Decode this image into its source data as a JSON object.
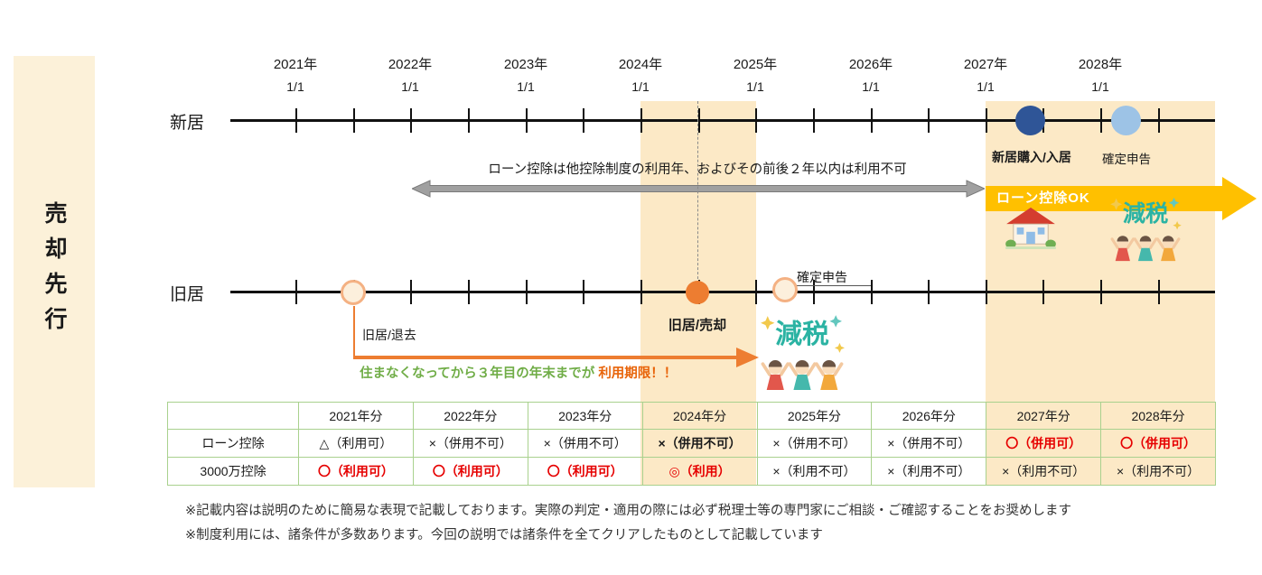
{
  "sidebar": {
    "title": "売却先行"
  },
  "timeline": {
    "new_label": "新居",
    "old_label": "旧居",
    "years": [
      {
        "year": "2021年",
        "date": "1/1"
      },
      {
        "year": "2022年",
        "date": "1/1"
      },
      {
        "year": "2023年",
        "date": "1/1"
      },
      {
        "year": "2024年",
        "date": "1/1"
      },
      {
        "year": "2025年",
        "date": "1/1"
      },
      {
        "year": "2026年",
        "date": "1/1"
      },
      {
        "year": "2027年",
        "date": "1/1"
      },
      {
        "year": "2028年",
        "date": "1/1"
      }
    ]
  },
  "annotations": {
    "restriction": "ローン控除は他控除制度の利用年、およびその前後２年以内は利用不可",
    "loan_ok": "ローン控除OK",
    "new_purchase": "新居購入/入居",
    "new_filing": "確定申告",
    "old_leave": "旧居/退去",
    "old_sale": "旧居/売却",
    "old_filing": "確定申告",
    "deadline_main": "住まなくなってから３年目の年末までが ",
    "deadline_em": "利用期限！！",
    "genzei": "減税"
  },
  "table": {
    "corner": "",
    "headers": [
      "2021年分",
      "2022年分",
      "2023年分",
      "2024年分",
      "2025年分",
      "2026年分",
      "2027年分",
      "2028年分"
    ],
    "rows": [
      {
        "label": "ローン控除",
        "cells": [
          {
            "text": "△（利用可）",
            "red": false
          },
          {
            "text": "×（併用不可）",
            "red": false
          },
          {
            "text": "×（併用不可）",
            "red": false
          },
          {
            "text": "×（併用不可）",
            "red": false,
            "bold": true
          },
          {
            "text": "×（併用不可）",
            "red": false
          },
          {
            "text": "×（併用不可）",
            "red": false
          },
          {
            "text": "〇（併用可）",
            "red": true
          },
          {
            "text": "〇（併用可）",
            "red": true
          }
        ]
      },
      {
        "label": "3000万控除",
        "cells": [
          {
            "text": "〇（利用可）",
            "red": true
          },
          {
            "text": "〇（利用可）",
            "red": true
          },
          {
            "text": "〇（利用可）",
            "red": true
          },
          {
            "text": "◎（利用）",
            "red": true
          },
          {
            "text": "×（利用不可）",
            "red": false
          },
          {
            "text": "×（利用不可）",
            "red": false
          },
          {
            "text": "×（利用不可）",
            "red": false
          },
          {
            "text": "×（利用不可）",
            "red": false
          }
        ]
      }
    ]
  },
  "footnotes": [
    "※記載内容は説明のために簡易な表現で記載しております。実際の判定・適用の際には必ず税理士等の専門家にご相談・ご確認することをお奨めします",
    "※制度利用には、諸条件が多数あります。今回の説明では諸条件を全てクリアしたものとして記載しています"
  ],
  "colors": {
    "band": "#FCE9C6",
    "sidebar_bg": "#FCF1D9",
    "accent_orange": "#ED7D31",
    "arrow_yellow": "#FFC000",
    "dot_blue_dark": "#2F5597",
    "dot_blue_light": "#9DC3E6",
    "deadline_green": "#70AD47",
    "deadline_orange": "#E8640A",
    "table_red": "#E60000",
    "table_border": "#A9D18E",
    "genzei_teal": "#2BB3A3"
  }
}
